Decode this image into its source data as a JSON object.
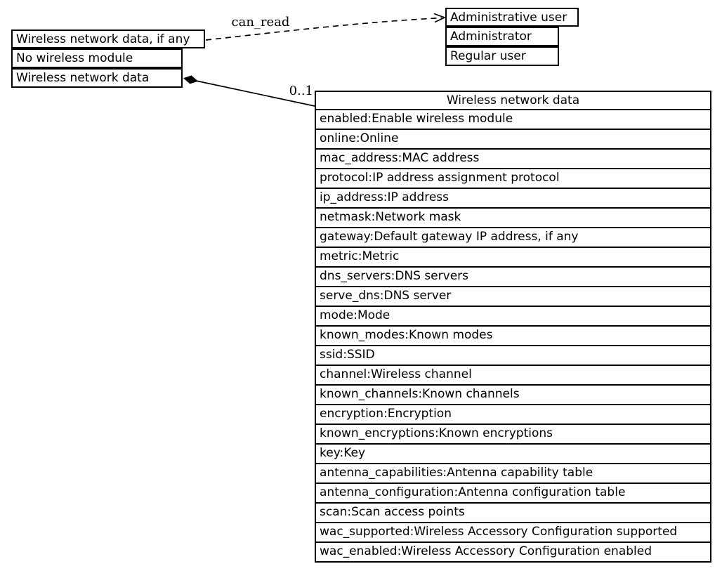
{
  "nodes": {
    "wireless_summary": {
      "rows": [
        "Wireless network data, if any",
        "No wireless module",
        "Wireless network data"
      ]
    },
    "users": {
      "rows": [
        "Administrative user",
        "Administrator",
        "Regular user"
      ]
    },
    "wireless_detail": {
      "title": "Wireless network data",
      "attributes": [
        "enabled:Enable wireless module",
        "online:Online",
        "mac_address:MAC address",
        "protocol:IP address assignment protocol",
        "ip_address:IP address",
        "netmask:Network mask",
        "gateway:Default gateway IP address, if any",
        "metric:Metric",
        "dns_servers:DNS servers",
        "serve_dns:DNS server",
        "mode:Mode",
        "known_modes:Known modes",
        "ssid:SSID",
        "channel:Wireless channel",
        "known_channels:Known channels",
        "encryption:Encryption",
        "known_encryptions:Known encryptions",
        "key:Key",
        "antenna_capabilities:Antenna capability table",
        "antenna_configuration:Antenna configuration table",
        "scan:Scan access points",
        "wac_supported:Wireless Accessory Configuration supported",
        "wac_enabled:Wireless Accessory Configuration enabled"
      ]
    }
  },
  "edges": {
    "can_read": {
      "label": "can_read",
      "style": "dashed",
      "arrowhead": "open-vee",
      "from": "Wireless network data, if any",
      "to": "Administrative user"
    },
    "composition": {
      "multiplicity": "0..1",
      "style": "solid",
      "source_marker": "filled-diamond",
      "from": "Wireless network data",
      "to": "Wireless network data (detail table)"
    }
  },
  "colors": {
    "background": "#ffffff",
    "line": "#000000",
    "text": "#000000",
    "node_fill": "#ffffff"
  }
}
